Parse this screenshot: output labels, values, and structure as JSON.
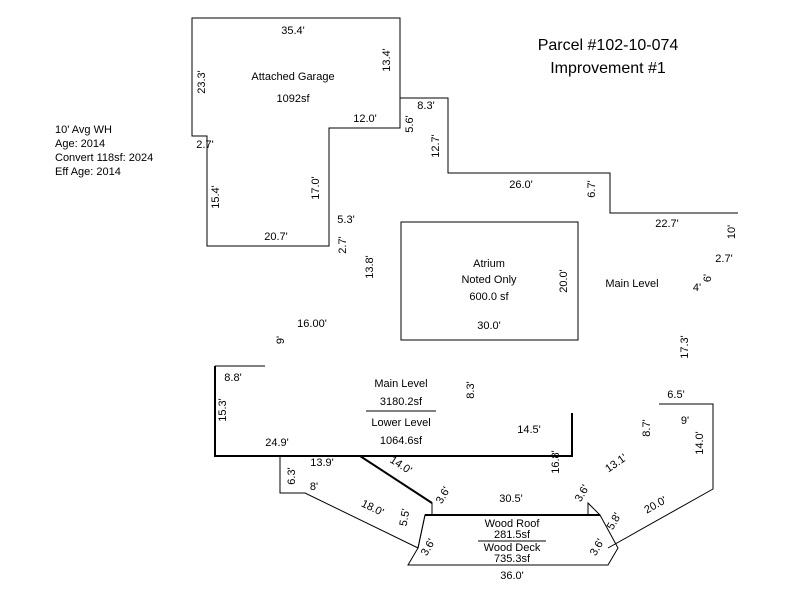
{
  "header": {
    "parcel": "Parcel #102-10-074",
    "improvement": "Improvement #1"
  },
  "notes": [
    "10' Avg WH",
    "Age: 2014",
    "Convert 118sf: 2024",
    "Eff Age: 2014"
  ],
  "garage": {
    "name": "Attached Garage",
    "area": "1092sf"
  },
  "atrium": {
    "line1": "Atrium",
    "line2": "Noted Only",
    "area": "600.0 sf"
  },
  "main_level_label": "Main Level",
  "levels": {
    "main": "Main Level",
    "main_area": "3180.2sf",
    "lower": "Lower Level",
    "lower_area": "1064.6sf"
  },
  "deck": {
    "roof": "Wood Roof",
    "roof_area": "281.5sf",
    "deck": "Wood Deck",
    "deck_area": "735.3sf"
  },
  "dimensions": {
    "d354": "35.4'",
    "d233": "23.3'",
    "d134": "13.4'",
    "d120": "12.0'",
    "d27a": "2.7'",
    "d154a": "15.4'",
    "d170": "17.0'",
    "d207": "20.7'",
    "d53": "5.3'",
    "d27b": "2.7'",
    "d138": "13.8'",
    "d1600": "16.00'",
    "d9a": "9'",
    "d88": "8.8'",
    "d153": "15.3'",
    "d249": "24.9'",
    "d63": "6.3'",
    "d139": "13.9'",
    "d8": "8'",
    "d140a": "14.0'",
    "d180": "18.0'",
    "d55": "5.5'",
    "d36a": "3.6'",
    "d305": "30.5'",
    "d36b": "3.6'",
    "d36c": "3.6'",
    "d360": "36.0'",
    "d36d": "3.6'",
    "d58": "5.8'",
    "d200": "20.0'",
    "d140b": "14.0'",
    "d9b": "9'",
    "d65": "6.5'",
    "d131": "13.1'",
    "d87": "8.7'",
    "d173": "17.3'",
    "d4": "4'",
    "d6": "6'",
    "d27c": "2.7'",
    "d10": "10'",
    "d227": "22.7'",
    "d67": "6.7'",
    "d260": "26.0'",
    "d127": "12.7'",
    "d83": "8.3'",
    "d56": "5.6'",
    "d145": "14.5'",
    "d168": "16.8'",
    "d83b": "8.3'",
    "d200b": "20.0'",
    "d300": "30.0'"
  }
}
